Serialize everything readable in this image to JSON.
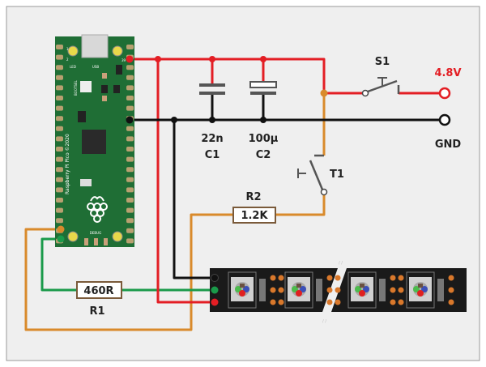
{
  "board": {
    "name": "Raspberry Pi Pico ©2020",
    "usb": "USB",
    "led": "LED",
    "bootsel": "BOOTSEL",
    "debug": "DEBUG",
    "pin1": "1",
    "pin2": "2",
    "pin39": "39"
  },
  "components": {
    "c1": {
      "value": "22n",
      "ref": "C1"
    },
    "c2": {
      "value": "100µ",
      "ref": "C2"
    },
    "s1": {
      "ref": "S1"
    },
    "t1": {
      "ref": "T1"
    },
    "r2": {
      "value": "1.2K",
      "ref": "R2"
    },
    "r1": {
      "value": "460R",
      "ref": "R1"
    }
  },
  "terminals": {
    "vplus": "4.8V",
    "gnd": "GND"
  },
  "colors": {
    "power": "#e31e24",
    "ground": "#111111",
    "data": "#1a9a4a",
    "signal": "#d98a2b",
    "board": "#1f6e35",
    "strip": "#1a1a1a",
    "vplus_label": "#e31e24"
  }
}
